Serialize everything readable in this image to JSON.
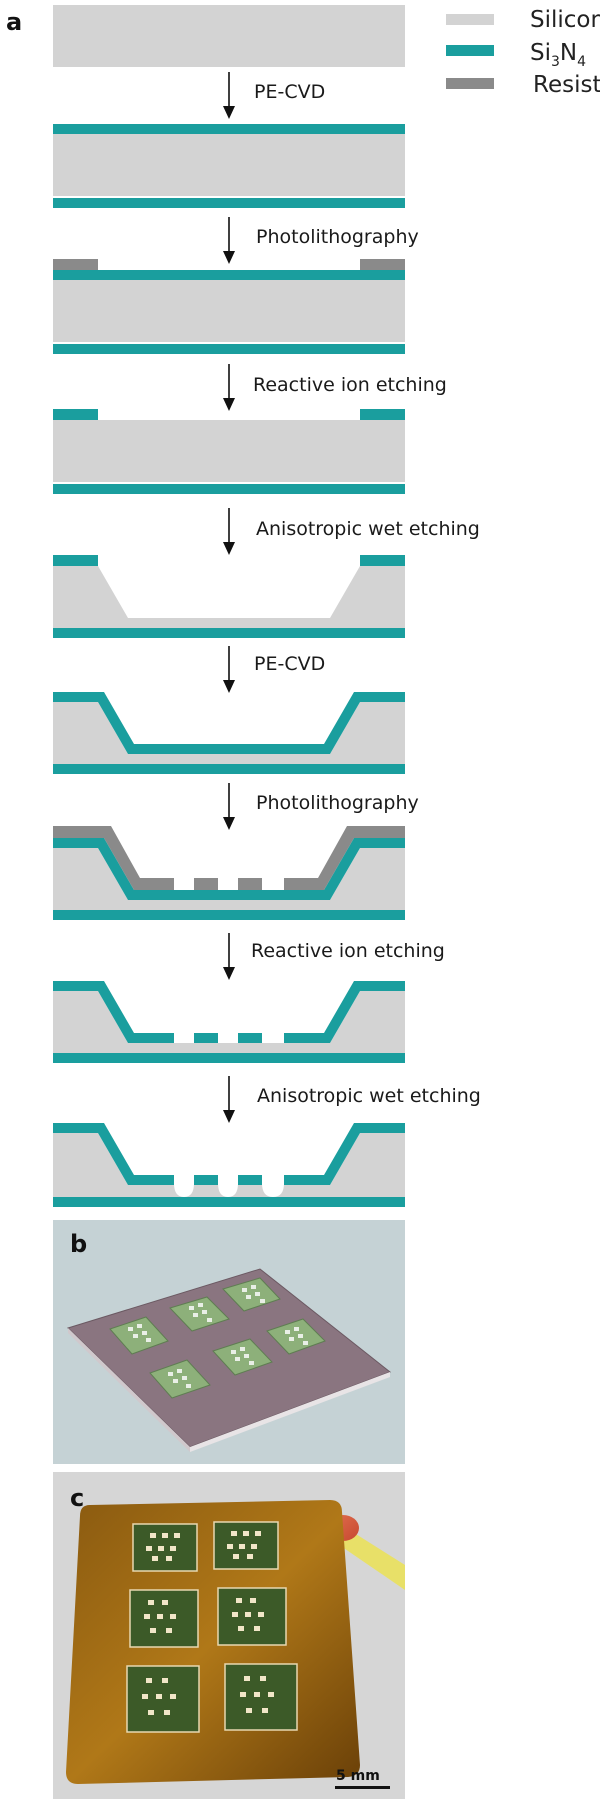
{
  "panels": {
    "a": "a",
    "b": "b",
    "c": "c"
  },
  "legend": [
    {
      "key": "silicon",
      "label": "Silicon",
      "color": "#d3d3d3"
    },
    {
      "key": "si3n4",
      "label_main": "Si",
      "label_sub1": "3",
      "label_mid": "N",
      "label_sub2": "4",
      "color": "#1a9e9e"
    },
    {
      "key": "resist",
      "label": "Resist",
      "color": "#8a8a8a"
    }
  ],
  "steps": [
    "PE-CVD",
    "Photolithography",
    "Reactive ion etching",
    "Anisotropic wet etching",
    "PE-CVD",
    "Photolithography",
    "Reactive ion etching",
    "Anisotropic wet etching"
  ],
  "scale_bar": "5 mm",
  "colors": {
    "silicon": "#d3d3d3",
    "nitride": "#1a9e9e",
    "resist": "#8a8a8a",
    "panel_b_bg": "#c5d2d5",
    "panel_c_bg": "#d6d6d6"
  }
}
